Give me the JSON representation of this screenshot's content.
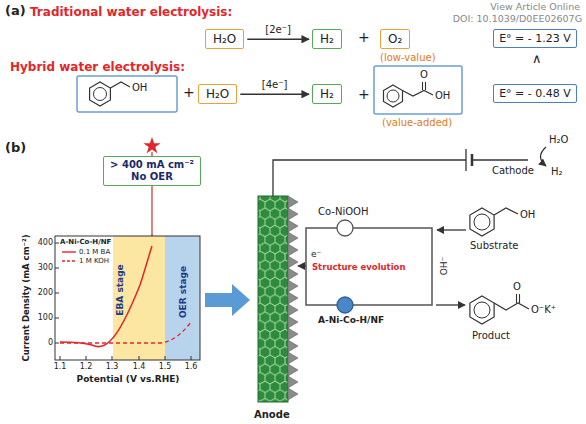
{
  "diagram": {
    "nodes": [
      {
        "text": [
          "H₂O"
        ]
      },
      {
        "text": [
          "H₂"
        ]
      },
      {
        "text": [
          "O₂"
        ]
      },
      {
        "text": [
          "E° = - 1.23 V"
        ]
      },
      {
        "text": [
          "H₂O"
        ]
      },
      {
        "text": [
          "H₂"
        ]
      },
      {
        "text": [
          "E° = - 0.48 V"
        ]
      },
      {
        "text": [
          "> 400 mA cm⁻²",
          "No OER"
        ]
      }
    ],
    "edges": [
      {
        "from": 0,
        "to": 1,
        "label": "[2e⁻]",
        "arrow": "to"
      },
      {
        "from": 4,
        "to": 5,
        "label": "[4e⁻]",
        "arrow": "to"
      }
    ],
    "labels": [
      "View Article Online",
      "DOI: 10.1039/D0EE02607G",
      "(a)",
      "Traditional water electrolysis:",
      "+",
      "(low-value)",
      "∧",
      "Hybrid water electrolysis:",
      "OH",
      "+",
      "+",
      "O",
      "OH",
      "(value-added)",
      "(b)",
      "A-Ni-Co-H/NF",
      "EBA stage",
      "OER stage",
      "400",
      "300",
      "200",
      "100",
      "0",
      "1.1",
      "1.2",
      "1.3",
      "1.4",
      "1.5",
      "1.6",
      "Current Density (mA cm⁻²)",
      "Potential (V vs.RHE)",
      "H₂O",
      "Cathode",
      "Co-NiOOH",
      "e⁻",
      "Structure evolution",
      "OH⁻",
      "A-Ni-Co-H/NF",
      "OH",
      "Substrate",
      "O",
      "O⁻K⁺",
      "Product",
      "Anode",
      "H₂"
    ],
    "legend": [
      {
        "text": "0.1 M BA"
      },
      {
        "text": "1 M KOH"
      }
    ]
  }
}
